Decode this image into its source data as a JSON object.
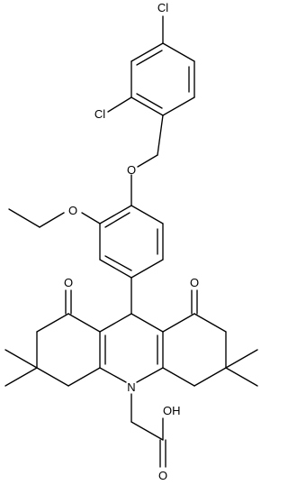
{
  "figure": {
    "type": "chemical-structure",
    "background": "#ffffff",
    "stroke_color": "#000000"
  },
  "atom_labels": {
    "cl_top": "Cl",
    "cl_left": "Cl",
    "o_ether_aryl": "O",
    "o_ethoxy": "O",
    "o_ketone_left": "O",
    "o_ketone_right": "O",
    "n_acridine": "N",
    "o_acid_oh": "OH",
    "o_acid_carbonyl": "O"
  }
}
